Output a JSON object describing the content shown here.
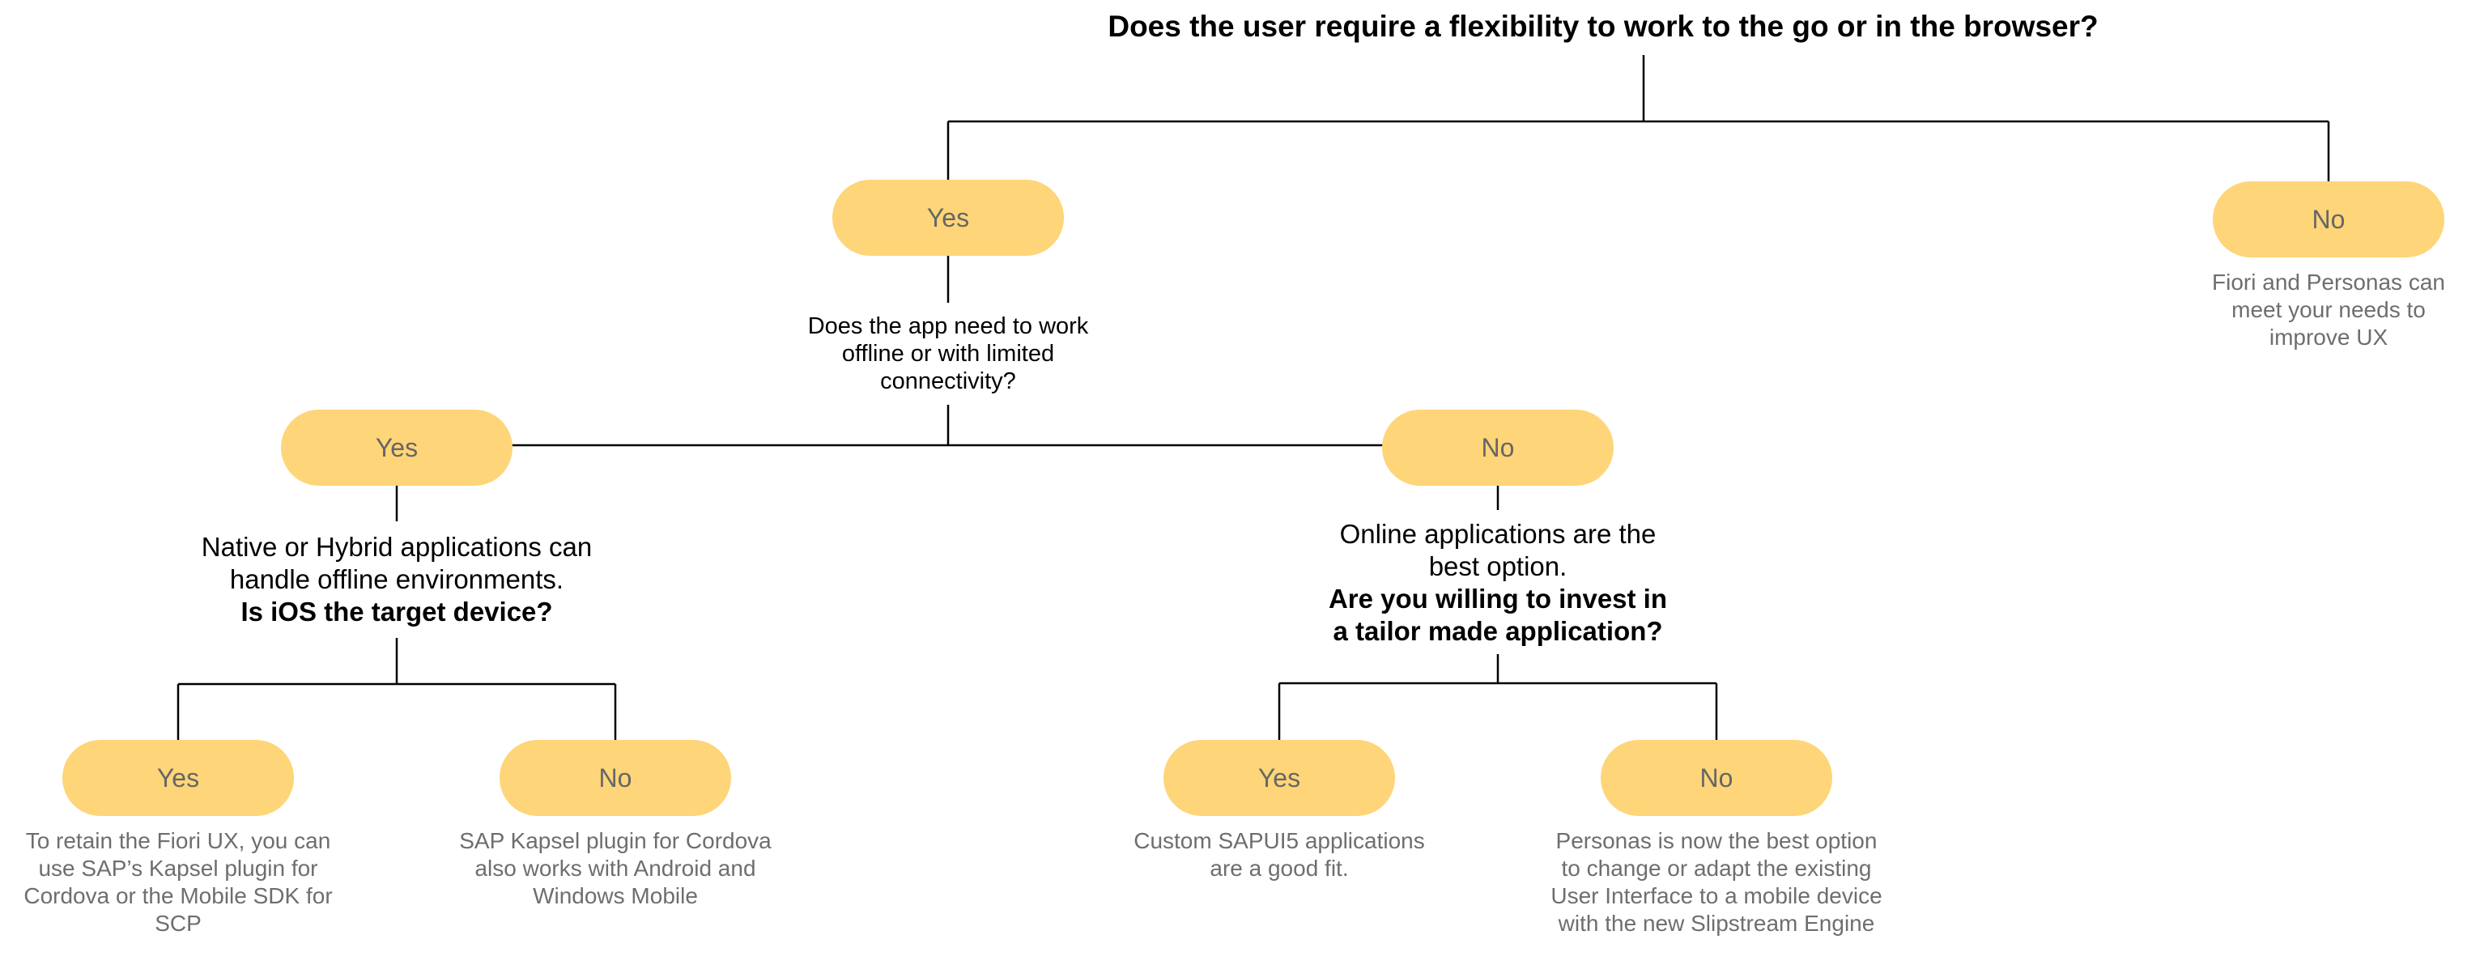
{
  "root": {
    "question": "Does the user require a flexibility to work to the go or in the browser?",
    "yes_label": "Yes",
    "no_label": "No",
    "no_outcome": "Fiori and Personas can meet your needs to improve UX"
  },
  "offline": {
    "question": "Does the app need to work offline or with limited connectivity?",
    "yes_label": "Yes",
    "no_label": "No"
  },
  "native": {
    "statement": "Native or Hybrid applications can handle offline environments.",
    "question": "Is iOS the target device?",
    "yes_label": "Yes",
    "no_label": "No",
    "yes_outcome": "To retain the Fiori UX, you can use SAP’s Kapsel plugin for Cordova or the Mobile SDK for SCP",
    "no_outcome": "SAP Kapsel plugin for Cordova also works with Android and Windows Mobile"
  },
  "online": {
    "statement": "Online applications are the best option.",
    "question": "Are you willing to invest in a tailor made application?",
    "yes_label": "Yes",
    "no_label": "No",
    "yes_outcome": "Custom SAPUI5 applications are a good fit.",
    "no_outcome": "Personas is now the best option to change or adapt the existing User Interface to a mobile device with the new Slipstream Engine"
  },
  "colors": {
    "node_fill": "#fed578",
    "node_text": "#666666",
    "outcome_text": "#6e6e6e",
    "question_text": "#000000",
    "connector": "#000000"
  }
}
